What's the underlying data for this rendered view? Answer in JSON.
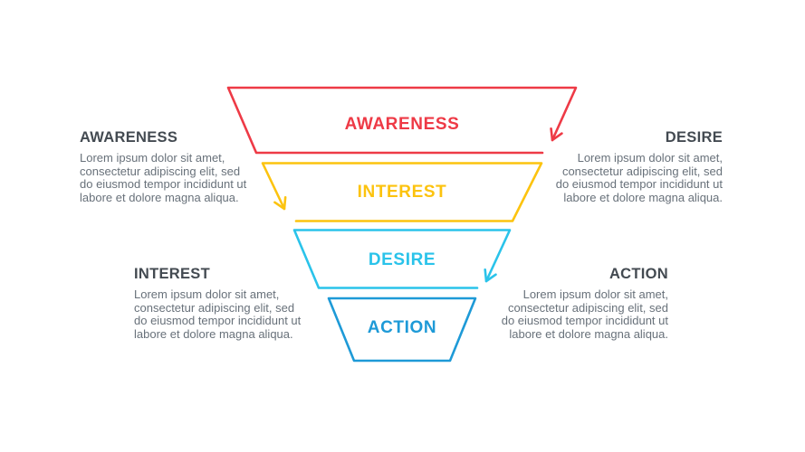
{
  "page": {
    "background": "#ffffff"
  },
  "palette": {
    "red": "#ee3a46",
    "yellow": "#fcc30f",
    "cyan": "#2ac3ea",
    "blue": "#1e9ad7",
    "heading_text": "#434a51",
    "body_text": "#68717a"
  },
  "funnel": {
    "stages": [
      {
        "id": "awareness",
        "label": "AWARENESS",
        "color": "#ee3a46"
      },
      {
        "id": "interest",
        "label": "INTEREST",
        "color": "#fcc30f"
      },
      {
        "id": "desire",
        "label": "DESIRE",
        "color": "#2ac3ea"
      },
      {
        "id": "action",
        "label": "ACTION",
        "color": "#1e9ad7"
      }
    ]
  },
  "annotations": [
    {
      "title": "AWARENESS",
      "body_lines": [
        "Lorem ipsum dolor sit amet,",
        "consectetur adipiscing elit, sed",
        "do eiusmod tempor incididunt ut",
        "labore et dolore magna aliqua."
      ]
    },
    {
      "title": "DESIRE",
      "body_lines": [
        "Lorem ipsum dolor sit amet,",
        "consectetur adipiscing elit, sed",
        "do eiusmod tempor incididunt ut",
        "labore et dolore magna aliqua."
      ]
    },
    {
      "title": "INTEREST",
      "body_lines": [
        "Lorem ipsum dolor sit amet,",
        "consectetur adipiscing elit, sed",
        "do eiusmod tempor incididunt ut",
        "labore et dolore magna aliqua."
      ]
    },
    {
      "title": "ACTION",
      "body_lines": [
        "Lorem ipsum dolor sit amet,",
        "consectetur adipiscing elit, sed",
        "do eiusmod tempor incididunt ut",
        "labore et dolore magna aliqua."
      ]
    }
  ]
}
